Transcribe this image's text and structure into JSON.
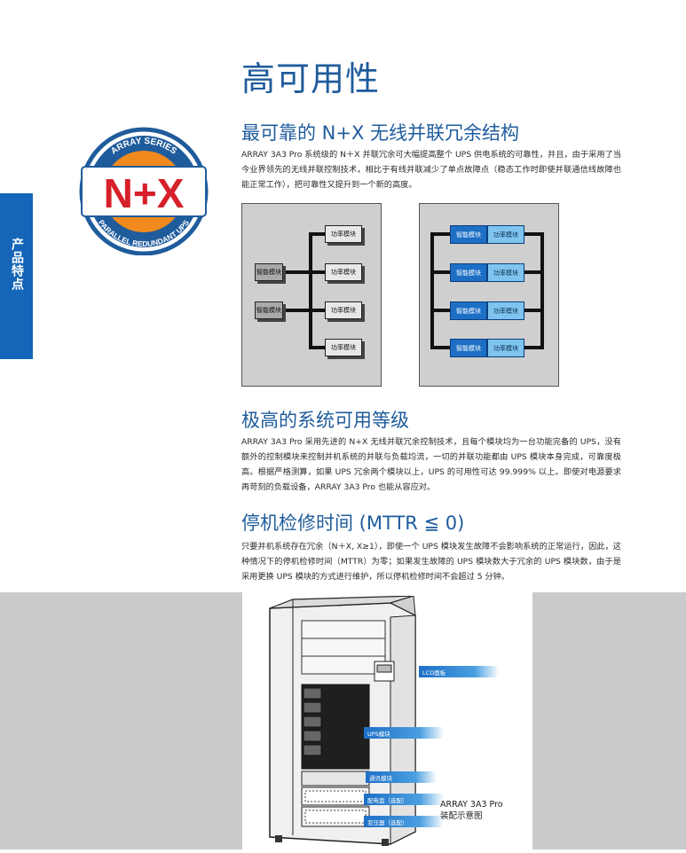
{
  "side_tab": {
    "label": "产品特点"
  },
  "page_title": "高可用性",
  "logo": {
    "text_top": "ARRAY SERIES",
    "text_main": "N+X",
    "text_bottom": "PARALLEL REDUNDANT UPS",
    "colors": {
      "ring": "#1f5c9c",
      "orange": "#f08a1d",
      "red": "#d6202a"
    }
  },
  "section1": {
    "heading": "最可靠的 N+X 无线并联冗余结构",
    "body": "ARRAY 3A3 Pro 系统级的 N＋X 并联冗余可大幅提高整个 UPS 供电系统的可靠性，并且，由于采用了当今业界领先的无线并联控制技术，相比于有线并联减少了单点故障点（稳态工作时即使并联通信线故障也能正常工作），把可靠性又提升到一个新的高度。"
  },
  "diagram_left": {
    "smart_modules": [
      "智能模块",
      "智能模块"
    ],
    "power_modules": [
      "功率模块",
      "功率模块",
      "功率模块",
      "功率模块"
    ]
  },
  "diagram_right": {
    "rows": [
      {
        "smart": "智能模块",
        "power": "功率模块"
      },
      {
        "smart": "智能模块",
        "power": "功率模块"
      },
      {
        "smart": "智能模块",
        "power": "功率模块"
      },
      {
        "smart": "智能模块",
        "power": "功率模块"
      }
    ]
  },
  "section2": {
    "heading": "极高的系统可用等级",
    "body": "ARRAY 3A3 Pro 采用先进的 N+X 无线并联冗余控制技术，且每个模块均为一台功能完备的 UPS，没有额外的控制模块来控制并机系统的并联与负载均流，一切的并联功能都由 UPS 模块本身完成，可靠度极高。根据严格测算，如果 UPS 冗余两个模块以上，UPS 的可用性可达 99.999% 以上。即使对电源要求再苛刻的负载设备，ARRAY 3A3 Pro 也能从容应对。"
  },
  "section3": {
    "heading": "停机检修时间 (MTTR ≦ 0)",
    "body": "只要并机系统存在冗余（N＋X, X≥1），即使一个 UPS 模块发生故障不会影响系统的正常运行，因此，这种情况下的停机检修时间（MTTR）为零；如果发生故障的 UPS 模块数大于冗余的 UPS 模块数，由于是采用更换 UPS 模块的方式进行维护，所以停机检修时间不会超过 5 分钟。"
  },
  "cabinet": {
    "callouts": [
      "LCD面板",
      "UPS模块",
      "通讯模块",
      "配电盘（选配）",
      "变压器（选配）"
    ],
    "caption_line1": "ARRAY 3A3 Pro",
    "caption_line2": "装配示意图"
  }
}
